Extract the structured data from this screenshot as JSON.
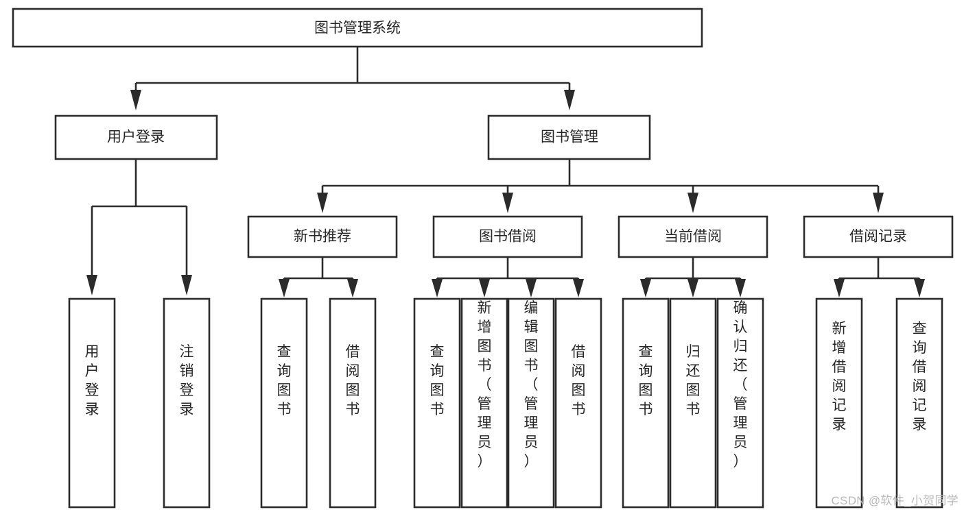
{
  "diagram": {
    "type": "tree-hierarchy-chart",
    "title_node": "图书管理系统",
    "levels": 4,
    "watermark": "CSDN @软件_小贺同学",
    "colors": {
      "box_stroke": "#2b2b2b",
      "box_fill": "#ffffff",
      "text": "#262626",
      "background": "#ffffff",
      "watermark": "#b9b9b9"
    },
    "root": {
      "label": "图书管理系统"
    },
    "level2": [
      {
        "label": "用户登录"
      },
      {
        "label": "图书管理"
      }
    ],
    "level3": [
      {
        "label": "新书推荐"
      },
      {
        "label": "图书借阅"
      },
      {
        "label": "当前借阅"
      },
      {
        "label": "借阅记录"
      }
    ],
    "leaves": {
      "user_login": [
        {
          "label": "用户登录"
        },
        {
          "label": "注销登录"
        }
      ],
      "new_book_recommend": [
        {
          "label": "查询图书"
        },
        {
          "label": "借阅图书"
        }
      ],
      "book_borrow": [
        {
          "label": "查询图书"
        },
        {
          "label": "新增图书（管理员）"
        },
        {
          "label": "编辑图书（管理员）"
        },
        {
          "label": "借阅图书"
        }
      ],
      "current_borrow": [
        {
          "label": "查询图书"
        },
        {
          "label": "归还图书"
        },
        {
          "label": "确认归还（管理员）"
        }
      ],
      "borrow_records": [
        {
          "label": "新增借阅记录"
        },
        {
          "label": "查询借阅记录"
        }
      ]
    }
  }
}
